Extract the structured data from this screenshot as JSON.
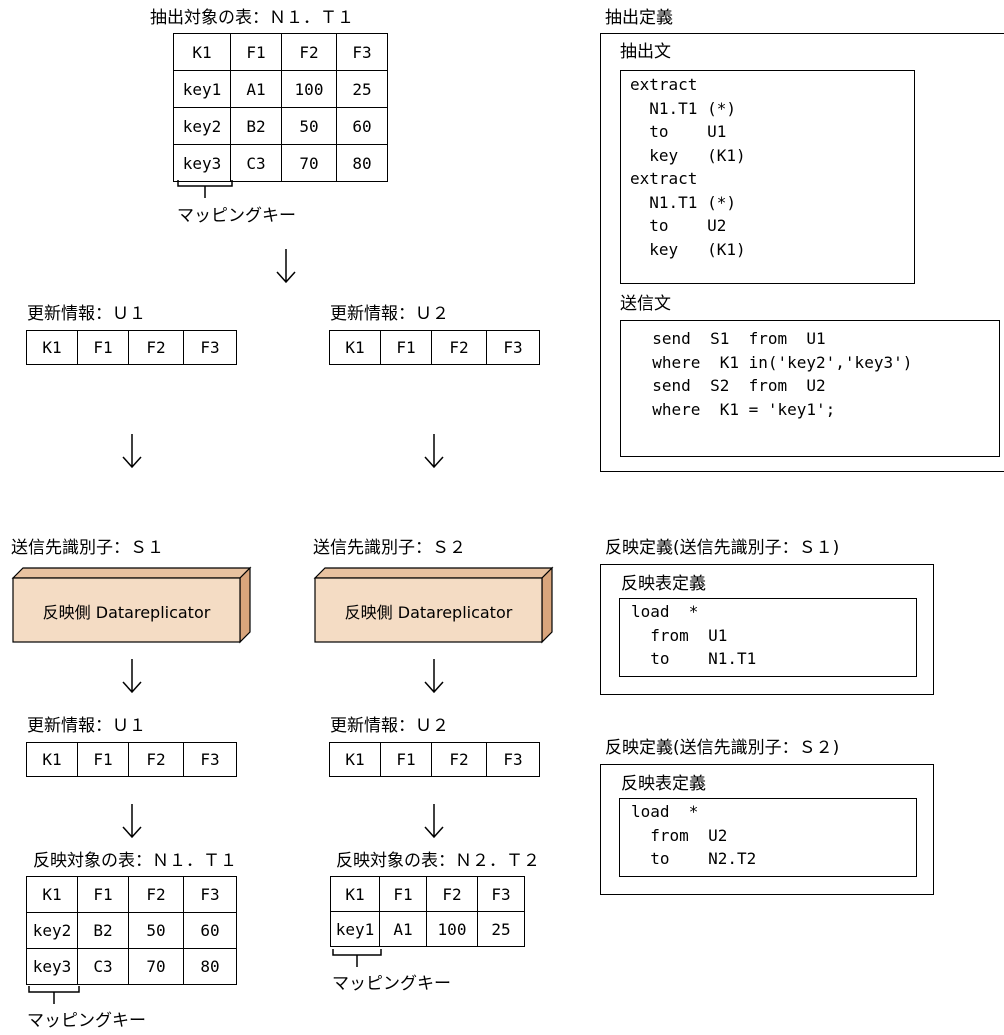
{
  "source": {
    "title": "抽出対象の表：Ｎ１．Ｔ１",
    "header": [
      "K1",
      "F1",
      "F2",
      "F3"
    ],
    "rows": [
      [
        "key1",
        "A1",
        "100",
        "25"
      ],
      [
        "key2",
        "B2",
        "50",
        "60"
      ],
      [
        "key3",
        "C3",
        "70",
        "80"
      ]
    ],
    "mapping_key": "マッピングキー"
  },
  "update_u1": {
    "title": "更新情報：Ｕ１",
    "header": [
      "K1",
      "F1",
      "F2",
      "F3"
    ]
  },
  "update_u2": {
    "title": "更新情報：Ｕ２",
    "header": [
      "K1",
      "F1",
      "F2",
      "F3"
    ]
  },
  "dest_s1": {
    "title": "送信先識別子：Ｓ１",
    "box_label": "反映側 Datareplicator"
  },
  "dest_s2": {
    "title": "送信先識別子：Ｓ２",
    "box_label": "反映側 Datareplicator"
  },
  "recv_u1": {
    "title": "更新情報：Ｕ１",
    "header": [
      "K1",
      "F1",
      "F2",
      "F3"
    ]
  },
  "recv_u2": {
    "title": "更新情報：Ｕ２",
    "header": [
      "K1",
      "F1",
      "F2",
      "F3"
    ]
  },
  "target_t1": {
    "title": "反映対象の表：Ｎ１．Ｔ１",
    "header": [
      "K1",
      "F1",
      "F2",
      "F3"
    ],
    "rows": [
      [
        "key2",
        "B2",
        "50",
        "60"
      ],
      [
        "key3",
        "C3",
        "70",
        "80"
      ]
    ],
    "mapping_key": "マッピングキー"
  },
  "target_t2": {
    "title": "反映対象の表：Ｎ２．Ｔ２",
    "header": [
      "K1",
      "F1",
      "F2",
      "F3"
    ],
    "rows": [
      [
        "key1",
        "A1",
        "100",
        "25"
      ]
    ],
    "mapping_key": "マッピングキー"
  },
  "extract_def": {
    "title": "抽出定義",
    "extract_heading": "抽出文",
    "extract_code": "extract\n  N1.T1 (*)\n  to    U1\n  key   (K1)\nextract\n  N1.T1 (*)\n  to    U2\n  key   (K1)",
    "send_heading": "送信文",
    "send_code": "  send  S1  from  U1\n  where  K1 in('key2','key3')\n  send  S2  from  U2\n  where  K1 = 'key1';"
  },
  "reflect_s1": {
    "title": "反映定義(送信先識別子：Ｓ１)",
    "heading": "反映表定義",
    "code": "load  *\n  from  U1\n  to    N1.T1"
  },
  "reflect_s2": {
    "title": "反映定義(送信先識別子：Ｓ２)",
    "heading": "反映表定義",
    "code": "load  *\n  from  U2\n  to    N2.T2"
  },
  "colors": {
    "cube_face": "#f4dcc4",
    "cube_side": "#d9a57c",
    "cube_top": "#e8c2a0"
  }
}
